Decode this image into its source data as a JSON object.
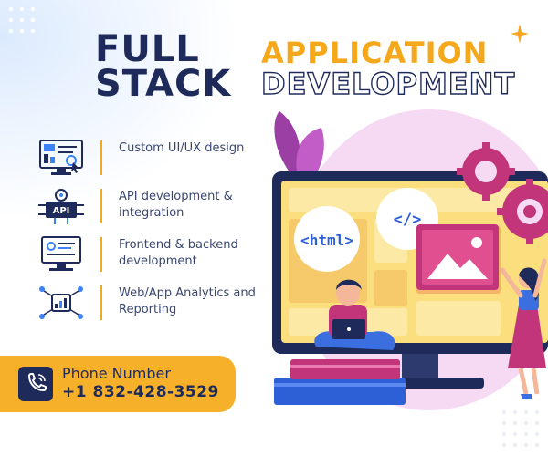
{
  "headline": {
    "line1": "FULL",
    "line2": "STACK",
    "accent1": "APPLICATION",
    "accent2": "DEVELOPMENT"
  },
  "features": [
    {
      "icon": "monitor-analytics-icon",
      "text": "Custom UI/UX design"
    },
    {
      "icon": "api-gear-icon",
      "text": "API development & integration"
    },
    {
      "icon": "monitor-code-icon",
      "text": "Frontend & backend development"
    },
    {
      "icon": "network-chart-icon",
      "text": "Web/App Analytics and Reporting"
    }
  ],
  "contact": {
    "label": "Phone Number",
    "number": "+1 832-428-3529",
    "icon": "phone-icon"
  },
  "illustration": {
    "html_tag": "<html>",
    "code_tag": "</>",
    "api_label": "API"
  },
  "colors": {
    "navy": "#1e2a5a",
    "orange": "#f5a81c",
    "magenta": "#c2357a",
    "pink_bg": "#f6d9f3",
    "screen": "#fbdf7e"
  }
}
